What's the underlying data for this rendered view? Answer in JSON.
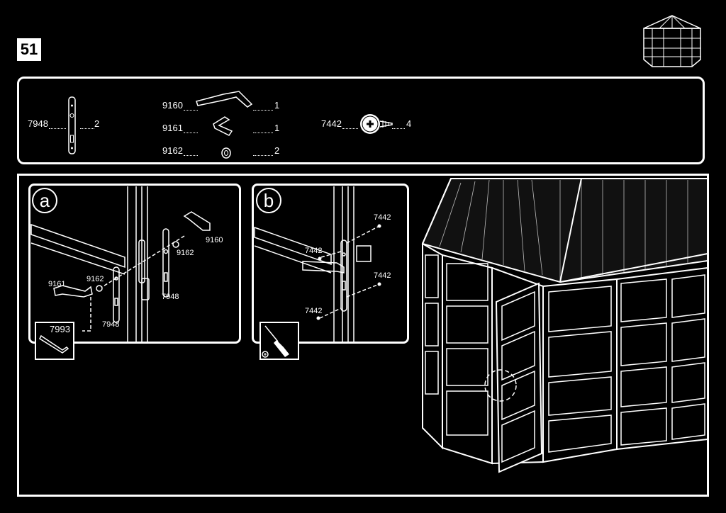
{
  "step": {
    "number": "51"
  },
  "parts": {
    "handle_plate": {
      "code": "7948",
      "qty": "2"
    },
    "lever_handle": {
      "code": "9160",
      "qty": "1"
    },
    "lever_handle_2": {
      "code": "9161",
      "qty": "1"
    },
    "washer": {
      "code": "9162",
      "qty": "2"
    },
    "screw": {
      "code": "7442",
      "qty": "4"
    }
  },
  "detail_a": {
    "label": "a",
    "callouts": {
      "handle_outer": "9160",
      "washer_outer": "9162",
      "plate_outer": "7948",
      "handle_inner": "9161",
      "washer_inner": "9162",
      "plate_inner": "7948"
    },
    "tool_code": "7993"
  },
  "detail_b": {
    "label": "b",
    "callouts": {
      "screw_1": "7442",
      "screw_2": "7442",
      "screw_3": "7442",
      "screw_4": "7442"
    }
  },
  "icons": [
    "gazebo-thumbnail-icon",
    "handle-plate-icon",
    "lever-handle-icon",
    "washer-icon",
    "screw-icon",
    "hex-key-icon",
    "screwdriver-icon"
  ]
}
